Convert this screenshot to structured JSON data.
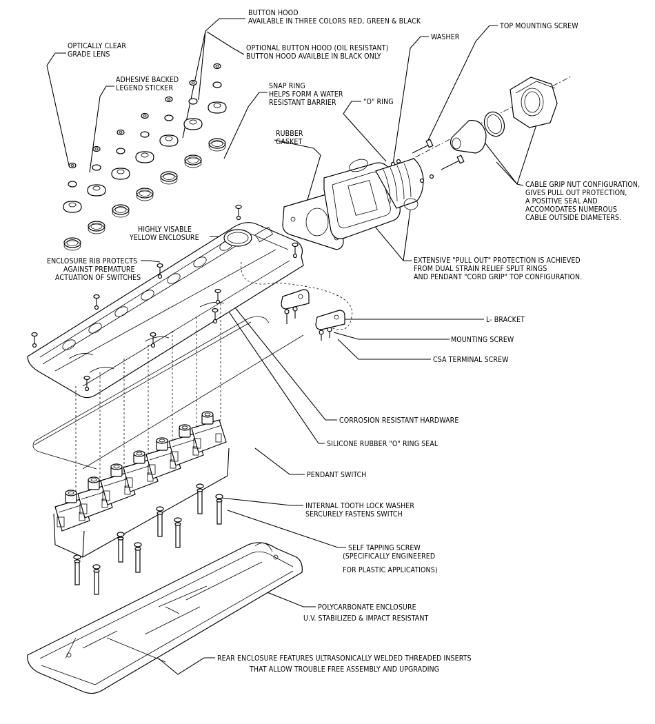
{
  "labels": {
    "button_hood_1": "BUTTON HOOD",
    "button_hood_2": "AVAILABLE IN THREE COLORS RED, GREEN & BLACK",
    "optional_hood_1": "OPTIONAL BUTTON HOOD (OIL RESISTANT)",
    "optional_hood_2": "BUTTON HOOD AVAILBLE IN BLACK ONLY",
    "lens_1": "OPTICALLY CLEAR",
    "lens_2": "GRADE LENS",
    "legend_1": "ADHESIVE BACKED",
    "legend_2": "LEGEND STICKER",
    "snap_1": "SNAP RING",
    "snap_2": "HELPS FORM A WATER",
    "snap_3": "RESISTANT BARRIER",
    "washer": "WASHER",
    "top_screw": "TOP MOUNTING SCREW",
    "o_ring": "\"O\" RING",
    "gasket_1": "RUBBER",
    "gasket_2": "GASKET",
    "cable_1": "CABLE GRIP NUT CONFIGURATION,",
    "cable_2": "GIVES PULL OUT PROTECTION,",
    "cable_3": "A POSITIVE SEAL AND",
    "cable_4": "ACCOMODATES NUMEROUS",
    "cable_5": "CABLE OUTSIDE DIAMETERS.",
    "yellow_1": "HIGHLY VISABLE",
    "yellow_2": "YELLOW ENCLOSURE",
    "rib_1": "ENCLOSURE RIB PROTECTS",
    "rib_2": "AGAINST PREMATURE",
    "rib_3": "ACTUATION OF SWITCHES",
    "pullout_1": "EXTENSIVE \"PULL OUT\" PROTECTION IS ACHIEVED",
    "pullout_2": "FROM DUAL STRAIN RELIEF SPLIT RINGS",
    "pullout_3": "AND PENDANT \"CORD GRIP\" TOP CONFIGURATION.",
    "l_bracket": "L- BRACKET",
    "mounting_screw": "MOUNTING SCREW",
    "csa_screw": "CSA TERMINAL SCREW",
    "corrosion": "CORROSION RESISTANT HARDWARE",
    "silicone": "SILICONE RUBBER \"O\" RING SEAL",
    "pendant": "PENDANT SWITCH",
    "tooth_1": "INTERNAL TOOTH LOCK WASHER",
    "tooth_2": "SERCURELY FASTENS SWITCH",
    "tapping_1": "SELF TAPPING SCREW",
    "tapping_2": "(SPECIFICALLY ENGINEERED",
    "tapping_3": "FOR PLASTIC APPLICATIONS)",
    "poly_1": "POLYCARBONATE ENCLOSURE",
    "poly_2": "U.V. STABILIZED & IMPACT RESISTANT",
    "rear_1": "REAR ENCLOSURE FEATURES ULTRASONICALLY WELDED THREADED INSERTS",
    "rear_2": "THAT ALLOW TROUBLE FREE ASSEMBLY AND UPGRADING"
  }
}
